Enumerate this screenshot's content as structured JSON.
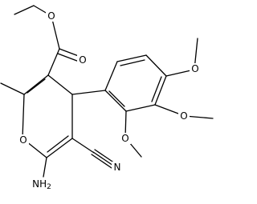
{
  "molecule": {
    "labels": {
      "ester_o_single": "O",
      "ester_o_carbonyl": "O",
      "ring_o": "O",
      "amino": "NH",
      "amino_sub": "2",
      "nitrile_n": "N",
      "ome_4": "O",
      "ome_3": "O",
      "ome_2": "O"
    }
  }
}
